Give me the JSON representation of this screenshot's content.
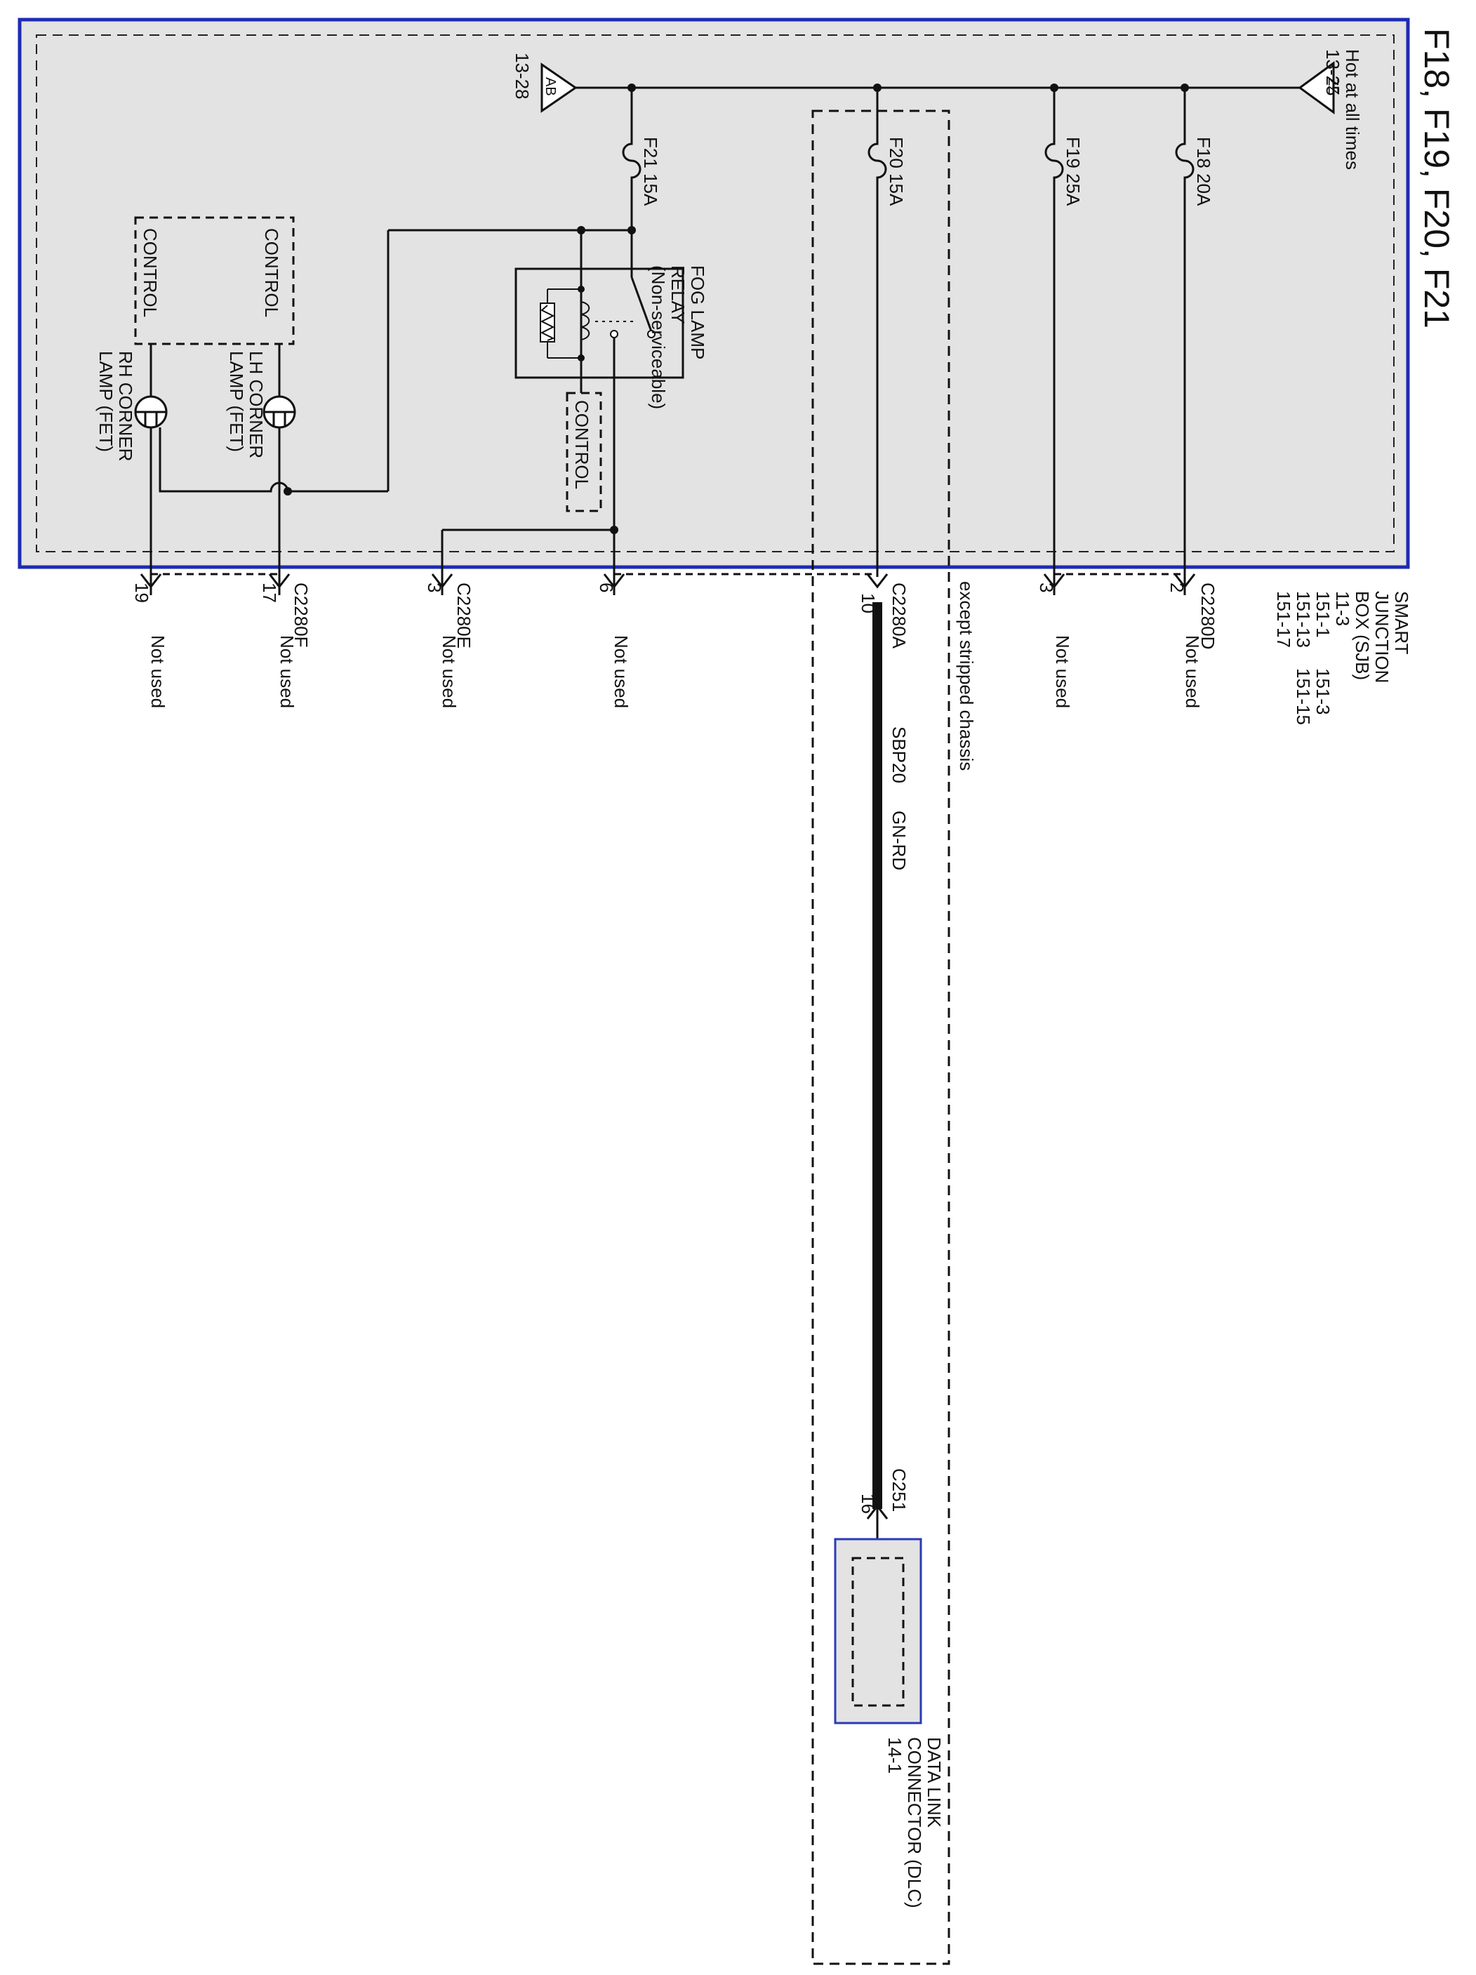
{
  "title": "F18, F19, F20, F21",
  "colors": {
    "box_fill": "#e3e3e3",
    "box_border": "#1f2bb3",
    "wire": "#111111",
    "dlc_border": "#2a3ab8"
  },
  "sjb": {
    "lines": [
      "SMART",
      "JUNCTION",
      "BOX (SJB)",
      "11-3",
      "151-1",
      "151-13",
      "151-17"
    ],
    "lines_right": [
      "151-3",
      "151-15"
    ]
  },
  "power": {
    "hot_lines": [
      "Hot at all times",
      "13-25"
    ],
    "hot_symbol": "ZZ",
    "ab_symbol": "AB",
    "ab_ref": "13-28"
  },
  "fuses": {
    "f21": "F21 15A",
    "f20": "F20 15A",
    "f19": "F19 25A",
    "f18": "F18 20A"
  },
  "relay": {
    "lines": [
      "FOG LAMP",
      "RELAY",
      "(Non-serviceable)"
    ],
    "control_label": "CONTROL"
  },
  "modules": {
    "control_lh": "CONTROL",
    "control_rh": "CONTROL",
    "lh_lines": [
      "LH CORNER",
      "LAMP (FET)"
    ],
    "rh_lines": [
      "RH CORNER",
      "LAMP (FET)"
    ]
  },
  "connectors": {
    "c2280d": "C2280D",
    "c2280a": "C2280A",
    "c2280e": "C2280E",
    "c2280f": "C2280F",
    "c251": "C251"
  },
  "pins": {
    "d2": "2",
    "d3": "3",
    "a10": "10",
    "a6": "6",
    "e3": "3",
    "f17": "17",
    "f19": "19",
    "c251_16": "16"
  },
  "not_used": "Not used",
  "except_note": "except stripped chassis",
  "wire": {
    "circuit": "SBP20",
    "color": "GN-RD"
  },
  "dlc": {
    "lines": [
      "DATA LINK",
      "CONNECTOR (DLC)",
      "14-1"
    ]
  }
}
